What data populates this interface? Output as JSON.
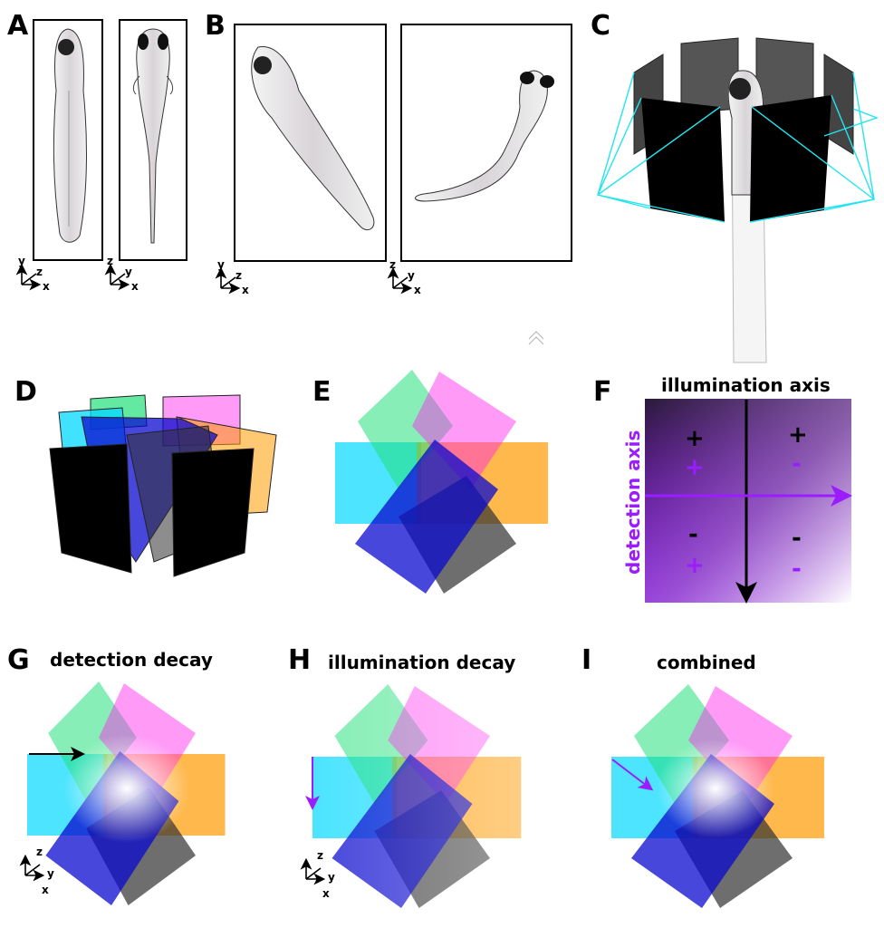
{
  "panels": {
    "A": "A",
    "B": "B",
    "C": "C",
    "D": "D",
    "E": "E",
    "F": "F",
    "G": "G",
    "H": "H",
    "I": "I"
  },
  "axes": {
    "a1": {
      "up": "y",
      "diag": "z",
      "right": "x"
    },
    "a2": {
      "up": "z",
      "diag": "y",
      "right": "x"
    },
    "b1": {
      "up": "y",
      "diag": "z",
      "right": "x"
    },
    "b2": {
      "up": "z",
      "diag": "y",
      "right": "x"
    },
    "g": {
      "up": "z",
      "diag": "y",
      "right": "x"
    },
    "h": {
      "up": "z",
      "diag": "y",
      "right": "x"
    }
  },
  "panel_f": {
    "title": "illumination axis",
    "side_label": "detection axis",
    "signs": {
      "tl_black": "+",
      "tl_purple": "+",
      "tr_black": "+",
      "tr_purple": "-",
      "bl_black": "-",
      "bl_purple": "+",
      "br_black": "-",
      "br_purple": "-"
    }
  },
  "titles": {
    "G": "detection decay",
    "H": "illumination decay",
    "I": "combined"
  },
  "colors": {
    "cyan": "#00d8ff",
    "orange": "#ff9a00",
    "green": "#22e07a",
    "magenta": "#ff22ee",
    "blue": "#0a0ad0",
    "gray": "#303030",
    "purple": "#9b1cff",
    "camera_line": "#22e5f0"
  }
}
